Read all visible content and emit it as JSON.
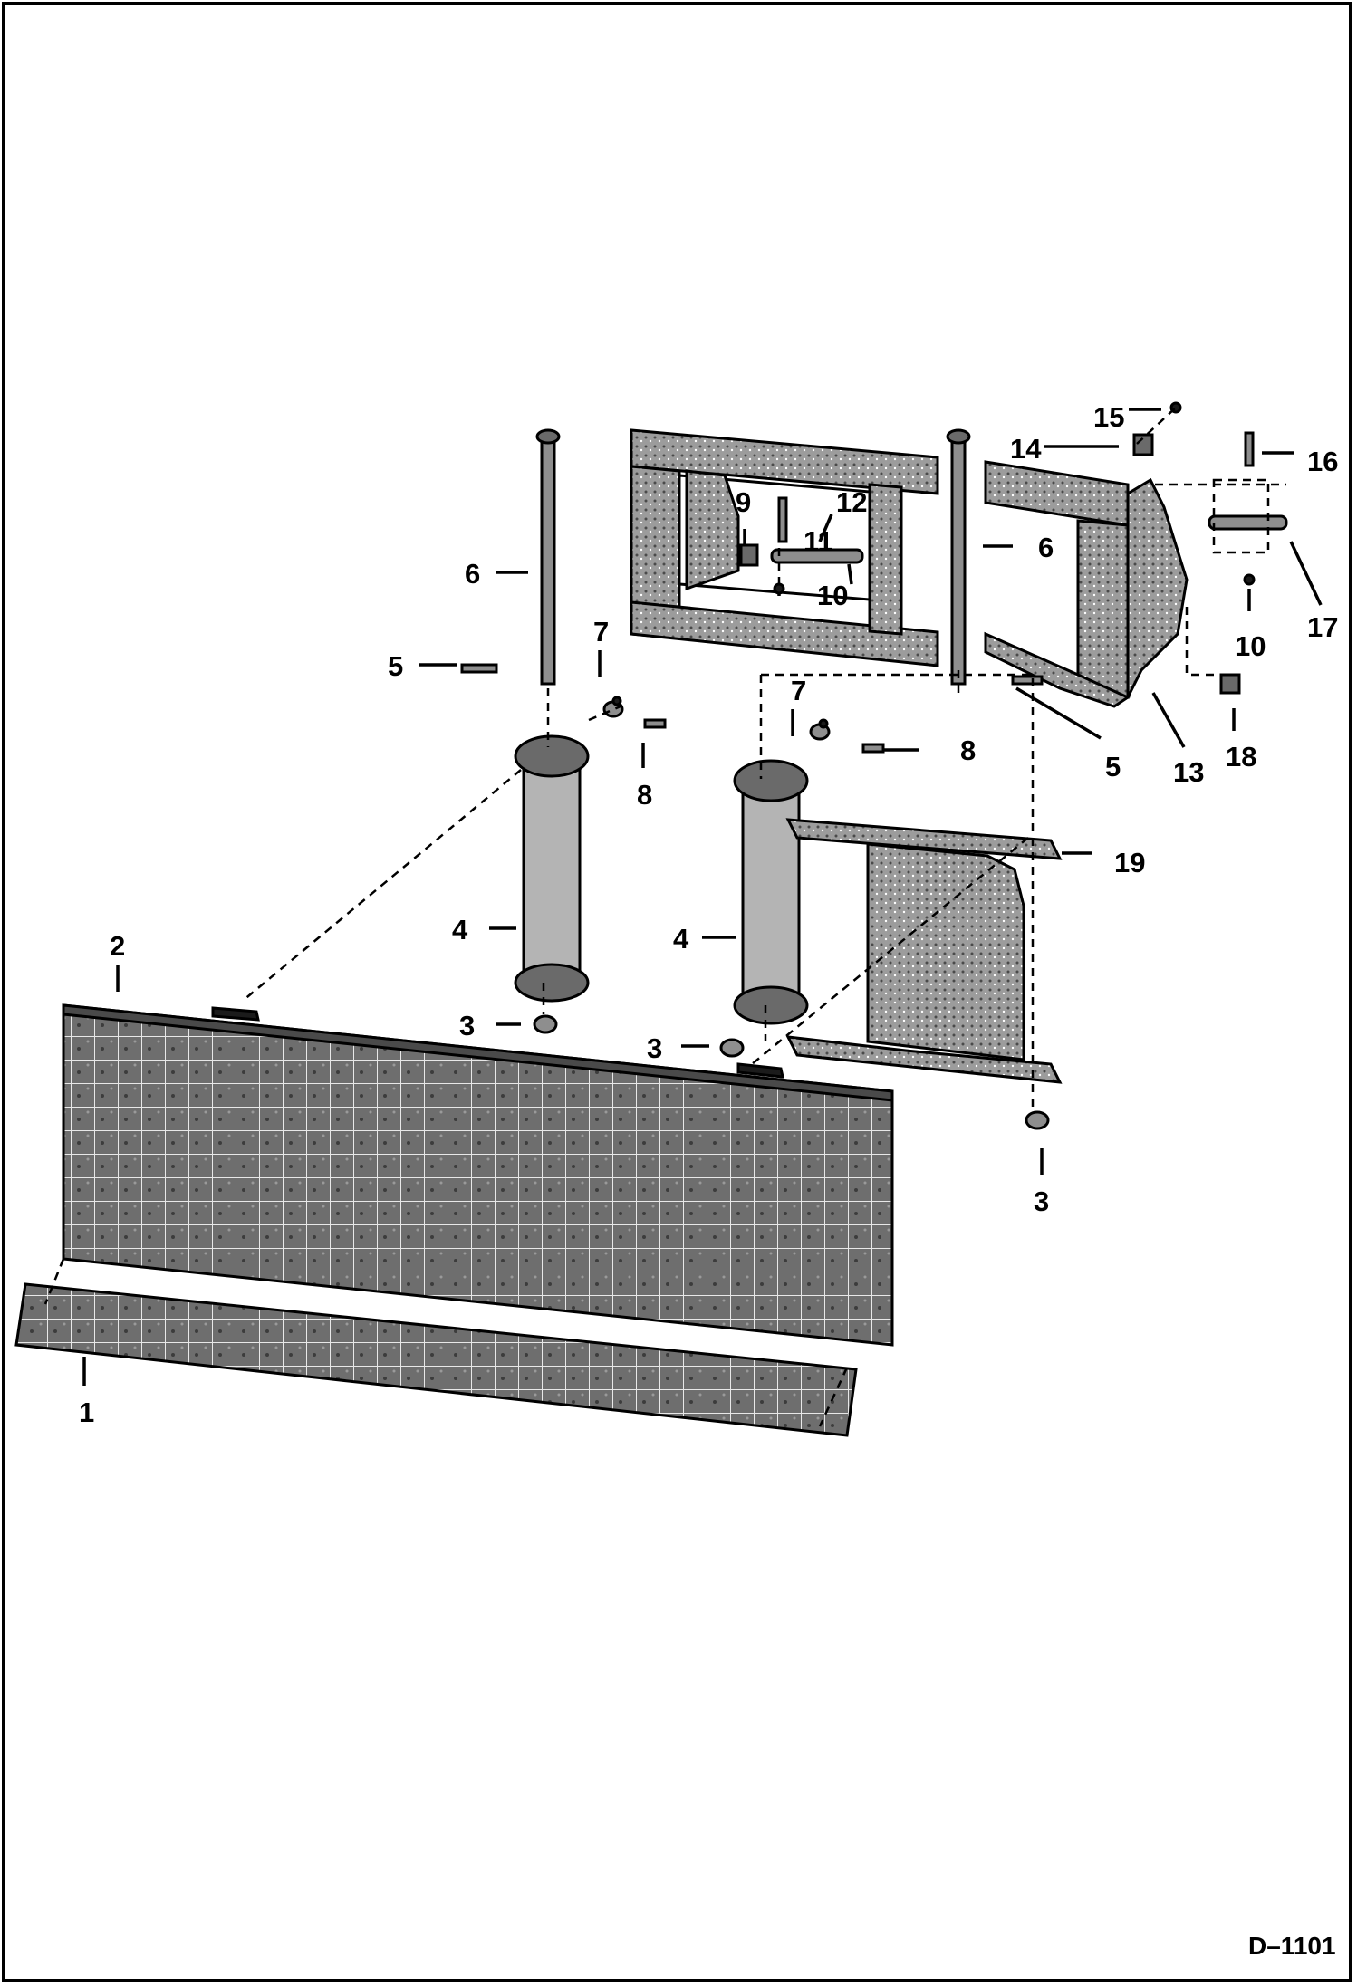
{
  "diagram": {
    "figure_id": "D–1101",
    "callouts": {
      "c1": "1",
      "c2": "2",
      "c3a": "3",
      "c3b": "3",
      "c3c": "3",
      "c4a": "4",
      "c4b": "4",
      "c5a": "5",
      "c5b": "5",
      "c6a": "6",
      "c6b": "6",
      "c7a": "7",
      "c7b": "7",
      "c8a": "8",
      "c8b": "8",
      "c9": "9",
      "c10a": "10",
      "c10b": "10",
      "c11": "11",
      "c12": "12",
      "c13": "13",
      "c14": "14",
      "c15": "15",
      "c16": "16",
      "c17": "17",
      "c18": "18",
      "c19": "19"
    }
  }
}
